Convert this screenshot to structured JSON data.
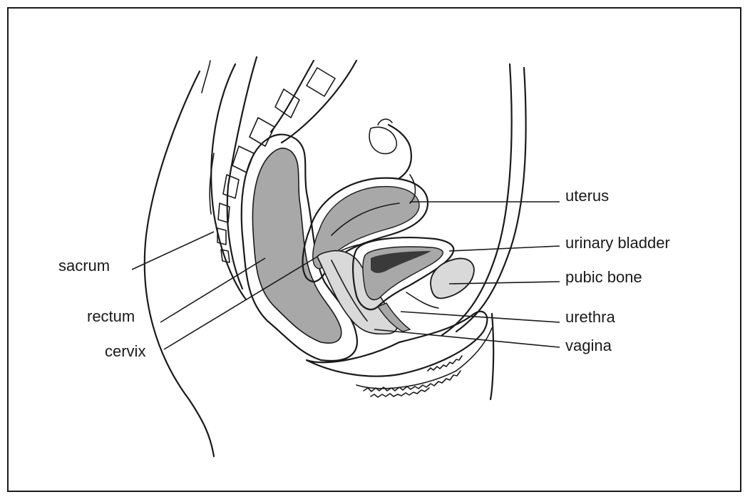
{
  "diagram": {
    "labels": {
      "uterus": "uterus",
      "urinary_bladder": "urinary bladder",
      "pubic_bone": "pubic bone",
      "urethra": "urethra",
      "vagina": "vagina",
      "sacrum": "sacrum",
      "rectum": "rectum",
      "cervix": "cervix"
    },
    "colors": {
      "ink": "#1a1a1a",
      "organ_fill": "#a8a8a8",
      "light_fill": "#d9d9d9",
      "bladder_dark": "#3a3a3a",
      "background": "#ffffff"
    }
  }
}
